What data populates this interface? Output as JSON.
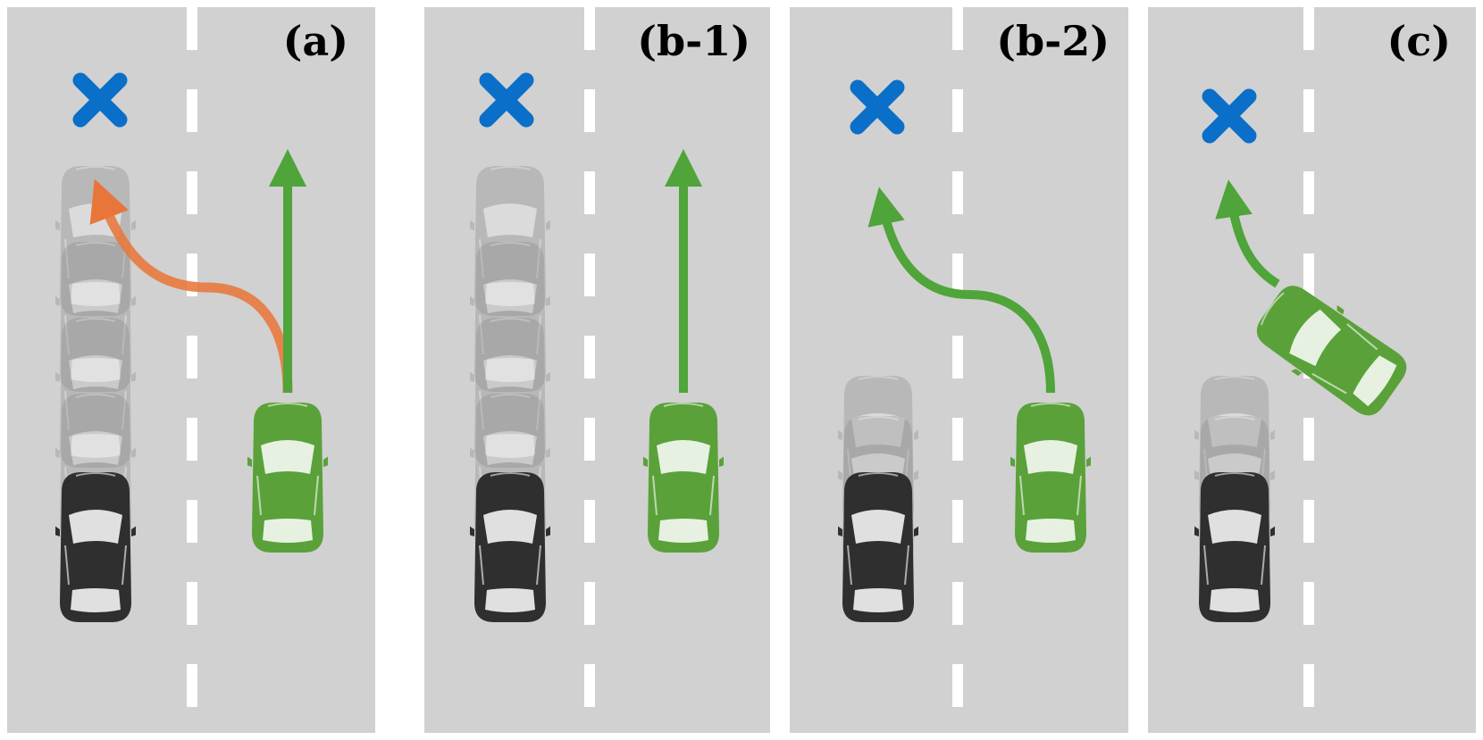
{
  "colors": {
    "road": "#d1d1d1",
    "lane_marking": "#ffffff",
    "goal_marker": "#0a6fc8",
    "ego_vehicle": "#5aa13a",
    "other_vehicle": "#2f2f2f",
    "ghost_vehicle": "#8c8c8c",
    "rejected_path": "#e8763a",
    "chosen_path": "#4fa43a"
  },
  "panels": [
    {
      "label": "(a)",
      "paths": [
        "rejected",
        "chosen"
      ],
      "ego_heading": "straight"
    },
    {
      "label": "(b-1)",
      "paths": [
        "chosen"
      ],
      "ego_heading": "straight"
    },
    {
      "label": "(b-2)",
      "paths": [
        "chosen"
      ],
      "ego_heading": "straight"
    },
    {
      "label": "(c)",
      "paths": [
        "chosen"
      ],
      "ego_heading": "rotated"
    }
  ]
}
